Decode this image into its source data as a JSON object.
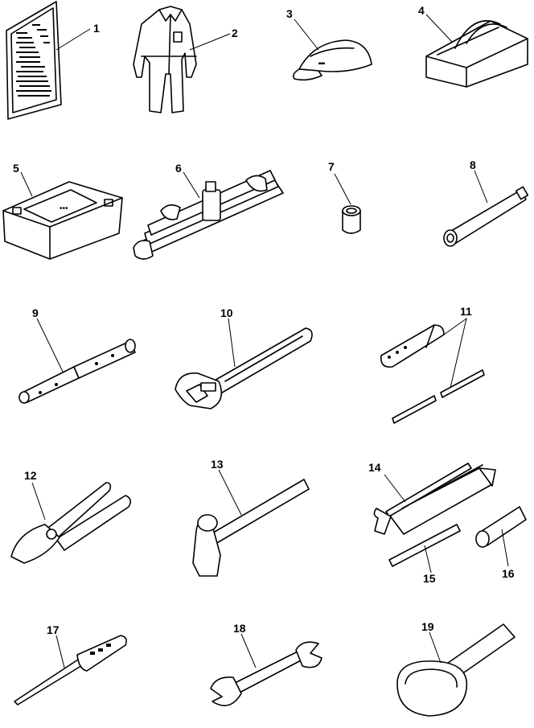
{
  "items": [
    {
      "id": 1,
      "label": "1",
      "icon": "manual-icon"
    },
    {
      "id": 2,
      "label": "2",
      "icon": "coverall-icon"
    },
    {
      "id": 3,
      "label": "3",
      "icon": "cap-icon"
    },
    {
      "id": 4,
      "label": "4",
      "icon": "tool-bag-icon"
    },
    {
      "id": 5,
      "label": "5",
      "icon": "toolbox-icon"
    },
    {
      "id": 6,
      "label": "6",
      "icon": "wrench-set-icon"
    },
    {
      "id": 7,
      "label": "7",
      "icon": "socket-icon"
    },
    {
      "id": 8,
      "label": "8",
      "icon": "socket-extension-icon"
    },
    {
      "id": 9,
      "label": "9",
      "icon": "screwdriver-bits-icon"
    },
    {
      "id": 10,
      "label": "10",
      "icon": "adjustable-wrench-icon"
    },
    {
      "id": 11,
      "label": "11",
      "icon": "screwdriver-icon"
    },
    {
      "id": 12,
      "label": "12",
      "icon": "pliers-icon"
    },
    {
      "id": 13,
      "label": "13",
      "icon": "hammer-icon"
    },
    {
      "id": 14,
      "label": "14",
      "icon": "grease-gun-icon"
    },
    {
      "id": 15,
      "label": "15",
      "icon": "nozzle-pipe-icon"
    },
    {
      "id": 16,
      "label": "16",
      "icon": "cartridge-icon"
    },
    {
      "id": 17,
      "label": "17",
      "icon": "feeler-gauge-icon"
    },
    {
      "id": 18,
      "label": "18",
      "icon": "spanner-icon"
    },
    {
      "id": 19,
      "label": "19",
      "icon": "filter-wrench-icon"
    }
  ]
}
